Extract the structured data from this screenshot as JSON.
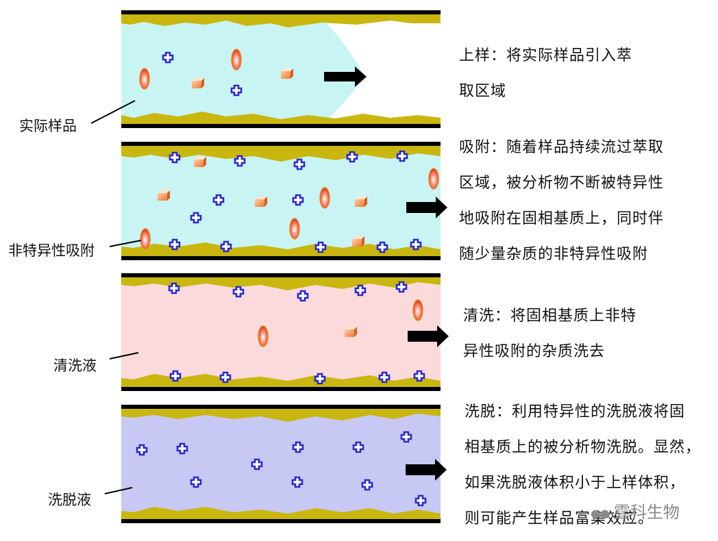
{
  "labels": {
    "sample": "实际样品",
    "nonspecific": "非特异性吸附",
    "wash_solution": "清洗液",
    "elution_solution": "洗脱液"
  },
  "steps": [
    {
      "lines": [
        "上样：将实际样品引入萃",
        "取区域"
      ]
    },
    {
      "lines": [
        "吸附：随着样品持续流过萃取",
        "区域，被分析物不断被特异性",
        "地吸附在固相基质上，同时伴",
        "随少量杂质的非特异性吸附"
      ]
    },
    {
      "lines": [
        "清洗：将固相基质上非特",
        "异性吸附的杂质洗去"
      ]
    },
    {
      "lines": [
        "洗脱：利用特异性的洗脱液将固",
        "相基质上的被分析物洗脱。显然，",
        "如果洗脱液体积小于上样体积，",
        "则可能产生样品富集效应。"
      ]
    }
  ],
  "watermark": {
    "icon": "wechat-icon",
    "text": "霆科生物"
  },
  "colors": {
    "sample_fluid": "#c8f4f4",
    "wash_fluid": "#fadadb",
    "elution_fluid": "#c8c8f4",
    "matrix": "#c9b710",
    "wall": "#000000",
    "analyte": "#2a2acc",
    "impurity_cube": "#f08040",
    "impurity_ellipse": "#e84018"
  }
}
